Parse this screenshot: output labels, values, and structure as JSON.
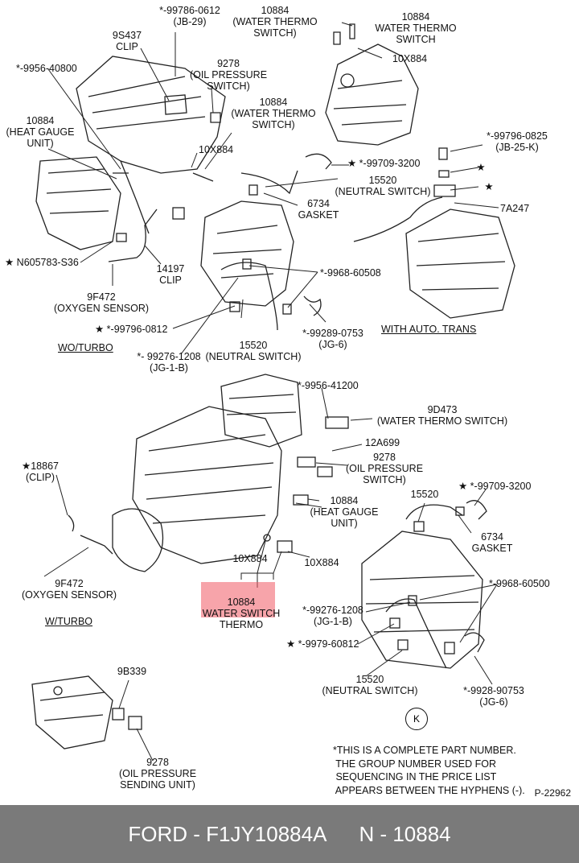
{
  "labels": {
    "p99786": "*-99786-0612\n(JB-29)",
    "p9s437": "9S437\nCLIP",
    "p9278a": "9278\n(OIL PRESSURE\nSWITCH)",
    "p10884top": "10884\n(WATER THERMO\nSWITCH)",
    "p10884tr": "10884\nWATER THERMO\nSWITCH",
    "p10x884tr": "10X884",
    "p9956_40800": "*-9956-40800",
    "p10884heat": "10884\n(HEAT GAUGE\nUNIT)",
    "p10884mid": "10884\n(WATER THERMO\nSWITCH)",
    "p10x884mid": "10X884",
    "p99796_0825": "*-99796-0825\n(JB-25-K)",
    "p99709a": "★ *-99709-3200",
    "p15520a": "15520\n(NEUTRAL SWITCH)",
    "p6734a": "6734\nGASKET",
    "p7a247": "7A247",
    "pN605783": "★ N605783-S36",
    "p14197": "14197\nCLIP",
    "p9f472a": "9F472\n(OXYGEN SENSOR)",
    "p9968a": "*-9968-60508",
    "p99796_0812": "★ *-99796-0812",
    "p15520b": "15520\n(NEUTRAL SWITCH)",
    "p99289": "*-99289-0753\n(JG-6)",
    "pAuto": "WITH AUTO. TRANS",
    "pWoTurbo": "WO/TURBO",
    "p99276a": "*- 99276-1208\n(JG-1-B)",
    "p9956_41200": "*-9956-41200",
    "p9d473": "9D473\n(WATER THERMO SWITCH)",
    "p12a699": "12A699",
    "p9278b": "9278\n(OIL PRESSURE\nSWITCH)",
    "p18867": "★18867\n(CLIP)",
    "p99709b": "★ *-99709-3200",
    "p15520c": "15520",
    "p10884heat2": "10884\n(HEAT GAUGE\nUNIT)",
    "p6734b": "6734\nGASKET",
    "p10x884c": "10X884",
    "p10x884d": "10X884",
    "p9f472b": "9F472\n(OXYGEN SENSOR)",
    "p9968b": "*-9968-60500",
    "pWTurbo": "W/TURBO",
    "p10884hl": "10884\nWATER SWITCH\nTHERMO",
    "p99276b": "*-99276-1208\n(JG-1-B)",
    "p9979": "★ *-9979-60812",
    "p9928": "*-9928-90753\n(JG-6)",
    "p15520d": "15520\n(NEUTRAL SWITCH)",
    "p9b339": "9B339",
    "p9278c": "9278\n(OIL PRESSURE\nSENDING UNIT)"
  },
  "stars": {
    "s1": "★",
    "s2": "★"
  },
  "section_circle": "K",
  "note": "*THIS IS A COMPLETE PART NUMBER.\n THE GROUP NUMBER USED FOR\n SEQUENCING IN THE PRICE LIST\n APPEARS BETWEEN THE HYPHENS (-).",
  "plate_number": "P-22962",
  "footer": {
    "brand_part": "FORD - F1JY10884A",
    "number": "N - 10884"
  },
  "colors": {
    "footer_bg": "#7a7a7a",
    "highlight": "#f05a64"
  }
}
